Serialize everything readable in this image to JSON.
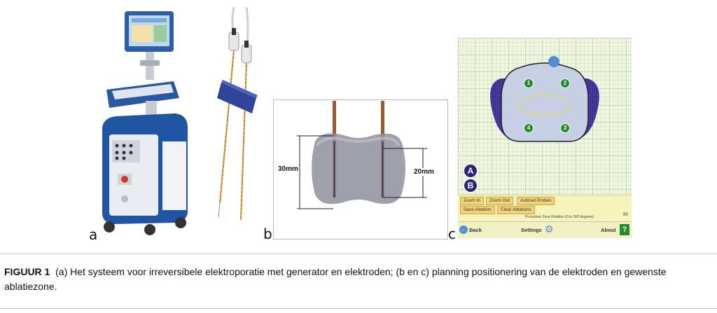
{
  "panels": {
    "a": "a",
    "b": "b",
    "c": "c"
  },
  "diagram_b": {
    "left_dimension": "30mm",
    "right_dimension": "20mm"
  },
  "planning_screen": {
    "labels": [
      "A",
      "B"
    ],
    "probes": [
      "1",
      "2",
      "3",
      "4"
    ],
    "buttons": {
      "zoom_in": "Zoom In",
      "zoom_out": "Zoom Out",
      "autoset_probes": "Autoset Probes",
      "save_ablation": "Save Ablation",
      "clear_ablations": "Clear Ablations"
    },
    "rotation_label": "Procedure Zone Rotation (0 to 360 degrees)",
    "rotation_value": "89",
    "nav": {
      "back": "Back",
      "settings": "Settings",
      "about": "About"
    },
    "colors": {
      "grid": "#bcd6c0",
      "zone_outer": "#3b2d8f",
      "probe": "#1e8d2c",
      "marker": "#4f8fd6"
    }
  },
  "caption": {
    "label": "FIGUUR 1",
    "text": "(a) Het systeem voor irreversibele elektroporatie met generator en elektroden; (b en c) planning positionering van de elektroden en gewenste ablatiezone."
  }
}
